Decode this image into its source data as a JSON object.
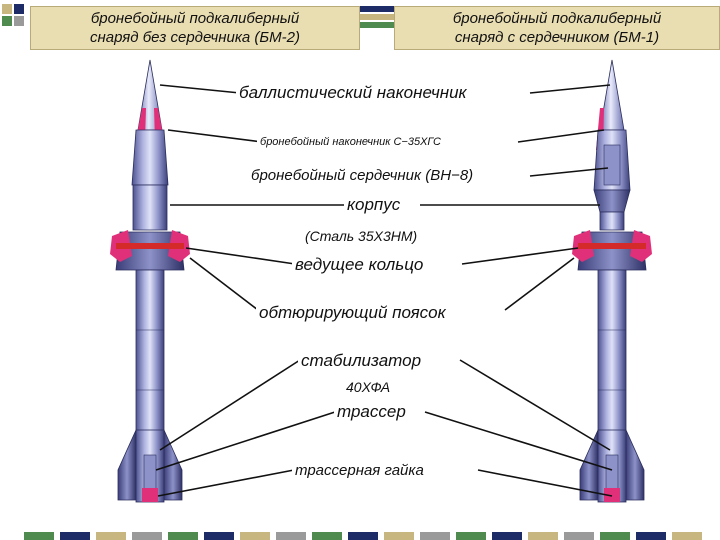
{
  "titles": {
    "left_line1": "бронебойный подкалиберный",
    "left_line2": "снаряд без сердечника (БМ-2)",
    "right_line1": "бронебойный подкалиберный",
    "right_line2": "снаряд с сердечником (БМ-1)"
  },
  "labels": {
    "ballistic_tip": "баллистический наконечник",
    "ap_tip": "бронебойный наконечник С−35ХГС",
    "ap_core": "бронебойный сердечник (ВН−8)",
    "body": "корпус",
    "steel": "(Сталь 35Х3НМ)",
    "driving_band": "ведущее кольцо",
    "obturating_belt": "обтюрирующий поясок",
    "stabilizer": "стабилизатор",
    "stabilizer_material": "40ХФА",
    "tracer": "трассер",
    "tracer_nut": "трассерная гайка"
  },
  "colors": {
    "title_bg": "#e9ddb2",
    "deco_green": "#4f8a4f",
    "deco_navy": "#1d2b66",
    "deco_tan": "#c8b680",
    "deco_gray": "#9a9a9a",
    "steel_light": "#c8cce8",
    "steel_mid": "#8d92c8",
    "steel_dark": "#4e5290",
    "magenta": "#e0307a",
    "red_band": "#d42a2a"
  }
}
